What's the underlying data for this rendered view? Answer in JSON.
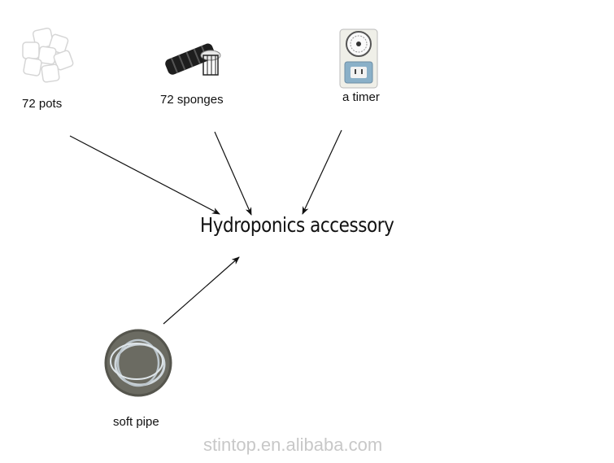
{
  "diagram": {
    "center": {
      "label": "Hydroponics accessory"
    },
    "items": [
      {
        "id": "pots",
        "label": "72 pots",
        "icon": "white-pots-icon"
      },
      {
        "id": "sponges",
        "label": "72 sponges",
        "icon": "black-net-pot-sponges-icon"
      },
      {
        "id": "timer",
        "label": "a timer",
        "icon": "mechanical-timer-socket-icon"
      },
      {
        "id": "pipe",
        "label": "soft pipe",
        "icon": "coiled-soft-pipe-icon"
      }
    ],
    "edges": [
      {
        "from": "pots",
        "to": "center"
      },
      {
        "from": "sponges",
        "to": "center"
      },
      {
        "from": "timer",
        "to": "center"
      },
      {
        "from": "pipe",
        "to": "center"
      }
    ]
  },
  "watermark": "stintop.en.alibaba.com",
  "colors": {
    "arrow": "#111111",
    "watermark": "#c8c8c8",
    "pipe_bg": "#6b6b62"
  }
}
